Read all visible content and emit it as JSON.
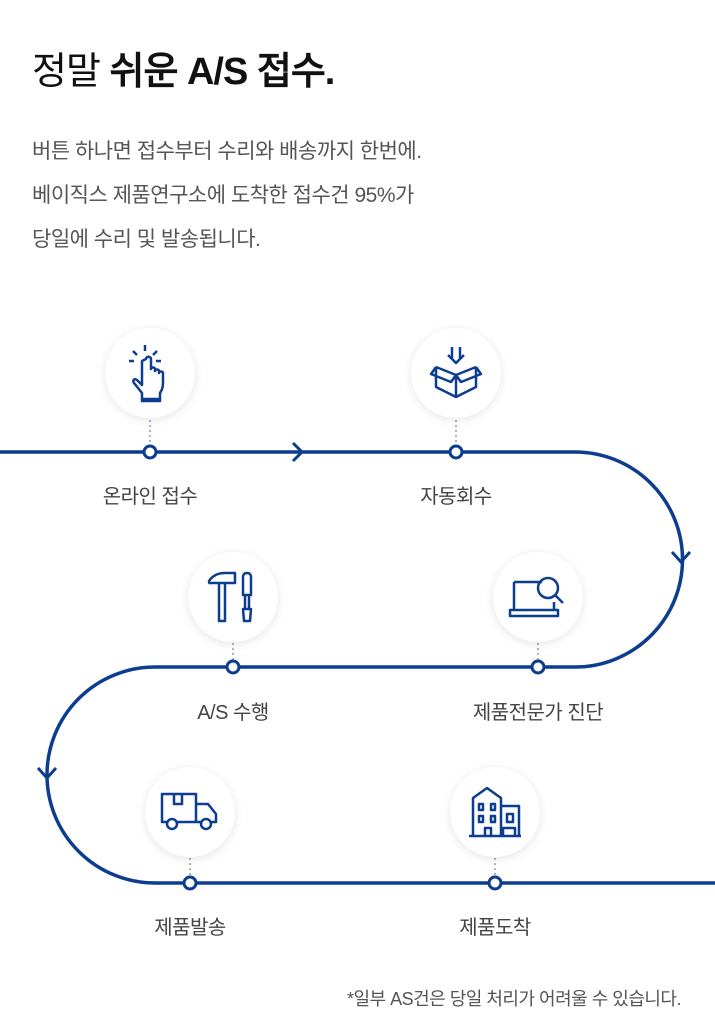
{
  "header": {
    "title_light": "정말",
    "title_bold": "쉬운 A/S 접수."
  },
  "description": {
    "lines": [
      "버튼 하나면 접수부터 수리와 배송까지 한번에.",
      "베이직스 제품연구소에 도착한 접수건 95%가",
      "당일에 수리 및 발송됩니다."
    ]
  },
  "steps": [
    {
      "label": "온라인 접수",
      "icon": "tap-hand-icon"
    },
    {
      "label": "자동회수",
      "icon": "box-in-icon"
    },
    {
      "label": "제품전문가 진단",
      "icon": "laptop-search-icon"
    },
    {
      "label": "A/S 수행",
      "icon": "hammer-screwdriver-icon"
    },
    {
      "label": "제품도착",
      "icon": "building-icon"
    },
    {
      "label": "제품발송",
      "icon": "truck-icon"
    }
  ],
  "colors": {
    "accent": "#0d3d8f"
  },
  "footnote": "*일부 AS건은 당일 처리가 어려울 수 있습니다."
}
